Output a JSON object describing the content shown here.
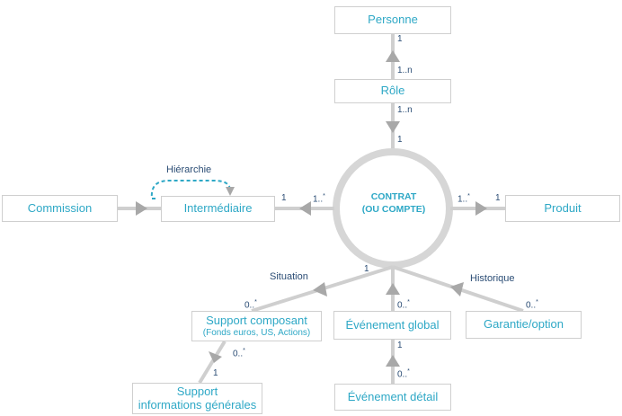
{
  "center": {
    "line1": "CONTRAT",
    "line2": "(OU COMPTE)"
  },
  "boxes": {
    "personne": "Personne",
    "role": "Rôle",
    "commission": "Commission",
    "intermediaire": "Intermédiaire",
    "produit": "Produit",
    "support_composant": "Support composant",
    "support_composant_sub": "(Fonds euros, US, Actions)",
    "evenement_global": "Événement global",
    "garantie": "Garantie/option",
    "support_info_line1": "Support",
    "support_info_line2": "informations générales",
    "evenement_detail": "Événement détail"
  },
  "notes": {
    "hierarchie": "Hiérarchie",
    "situation": "Situation",
    "historique": "Historique"
  },
  "mult": {
    "personne_role_top": "1",
    "personne_role_bottom": "1..n",
    "role_contrat_top": "1..n",
    "role_contrat_bottom": "1",
    "intermediaire_right": "1",
    "contrat_left": "1..",
    "contrat_right": "1..",
    "produit_left": "1",
    "contrat_bottom": "1",
    "support_composant_top": "0..",
    "evenement_global_top": "0..",
    "garantie_top": "0..",
    "support_composant_bottom": "0..",
    "support_info_top": "1",
    "evenement_global_bottom": "1",
    "evenement_detail_top": "0..",
    "star": "*"
  }
}
